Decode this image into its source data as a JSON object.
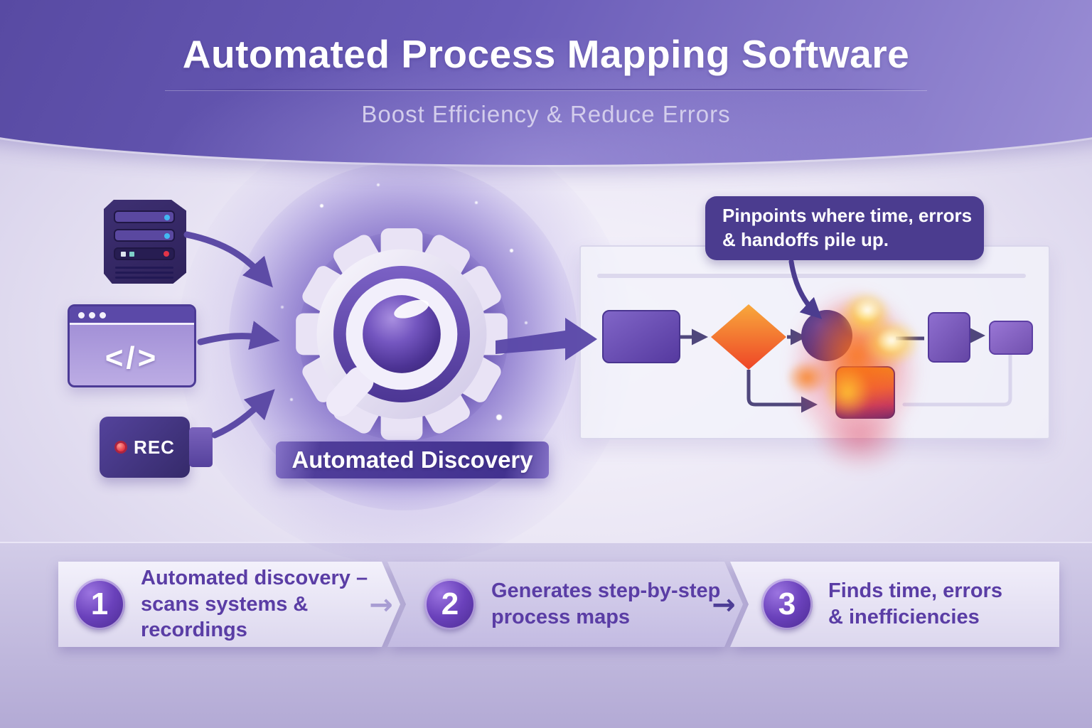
{
  "header": {
    "title": "Automated Process Mapping Software",
    "subtitle": "Boost Efficiency & Reduce Errors"
  },
  "sources": {
    "server_icon": "server-stack",
    "code_glyph": "</>",
    "rec_label": "REC"
  },
  "discovery": {
    "label": "Automated Discovery"
  },
  "callout": {
    "line1": "Pinpoints where time, errors",
    "line2": "& handoffs pile up."
  },
  "glyphs": {
    "step_arrow": "→"
  },
  "steps": [
    {
      "number": "1",
      "line1": "Automated discovery –",
      "line2": "scans systems & recordings"
    },
    {
      "number": "2",
      "line1": "Generates step-by-step",
      "line2": "process maps"
    },
    {
      "number": "3",
      "line1": "Finds time, errors",
      "line2": "& inefficiencies"
    }
  ],
  "colors": {
    "header_top": "#55479f",
    "header_bottom": "#a195d8",
    "accent_purple": "#5a3da5",
    "callout_bg": "#4b3c8f",
    "diamond_orange": "#f1592f",
    "box_purple": "#6a4cb4",
    "heat_hot": "#f97316",
    "heat_warm": "#ffd93b",
    "panel_bg": "#f3f2fa"
  }
}
